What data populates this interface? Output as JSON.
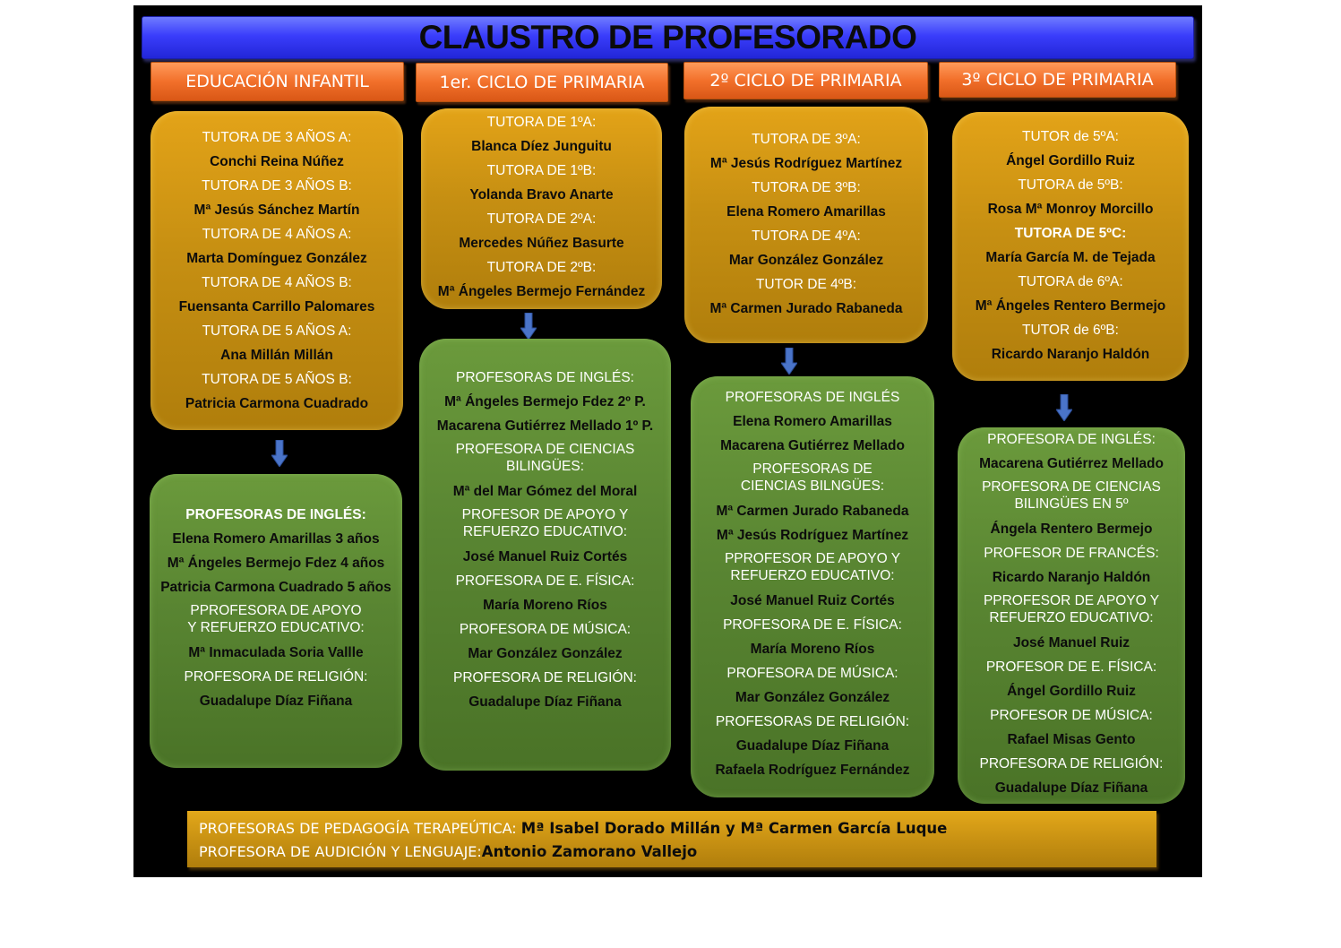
{
  "title": "CLAUSTRO DE PROFESORADO",
  "headers": [
    "EDUCACIÓN INFANTIL",
    "1er. CICLO DE PRIMARIA",
    "2º  CICLO DE PRIMARIA",
    "3º CICLO DE PRIMARIA"
  ],
  "tutors": [
    [
      "TUTORA DE 3 AÑOS A:",
      "Conchi Reina Núñez",
      "TUTORA DE 3 AÑOS B:",
      "Mª Jesús Sánchez Martín",
      "TUTORA DE 4 AÑOS A:",
      "Marta Domínguez González",
      "TUTORA DE 4 AÑOS B:",
      "Fuensanta Carrillo Palomares",
      "TUTORA DE 5 AÑOS A:",
      "Ana Millán Millán",
      "TUTORA DE 5 AÑOS B:",
      "Patricia Carmona Cuadrado"
    ],
    [
      "TUTORA DE 1ºA:",
      "Blanca Díez Junguitu",
      "TUTORA DE 1ºB:",
      "Yolanda Bravo Anarte",
      "TUTORA DE 2ºA:",
      "Mercedes Núñez Basurte",
      "TUTORA DE 2ºB:",
      "Mª Ángeles Bermejo Fernández"
    ],
    [
      "TUTORA DE 3ºA:",
      "Mª Jesús Rodríguez Martínez",
      "TUTORA DE 3ºB:",
      "Elena Romero Amarillas",
      "TUTORA DE 4ºA:",
      "Mar González González",
      "TUTOR DE 4ºB:",
      "Mª Carmen Jurado Rabaneda"
    ],
    [
      "TUTOR de 5ºA:",
      "Ángel Gordillo Ruiz",
      "TUTORA de 5ºB:",
      "Rosa Mª Monroy Morcillo",
      "TUTORA DE 5ºC:",
      "María García M. de Tejada",
      "TUTORA de 6ºA:",
      "Mª Ángeles Rentero Bermejo",
      "TUTOR de 6ºB:",
      "Ricardo Naranjo Haldón"
    ]
  ],
  "specialists": [
    [
      "PROFESORAS DE INGLÉS:",
      "Elena Romero Amarillas  3 años",
      "Mª Ángeles Bermejo Fdez 4 años",
      "Patricia Carmona Cuadrado 5 años",
      "PPROFESORA DE APOYO Y REFUERZO EDUCATIVO:",
      "Mª Inmaculada Soria Vallle",
      "PROFESORA DE RELIGIÓN:",
      "Guadalupe Díaz Fiñana"
    ],
    [
      "PROFESORAS DE INGLÉS:",
      "Mª Ángeles Bermejo Fdez 2º P.",
      "Macarena Gutiérrez Mellado 1º P.",
      "PROFESORA DE CIENCIAS BILINGÜES:",
      "Mª del Mar Gómez del Moral",
      "PROFESOR DE APOYO Y REFUERZO EDUCATIVO:",
      "José Manuel Ruiz Cortés",
      "PROFESORA DE E. FÍSICA:",
      "María Moreno Ríos",
      "PROFESORA DE MÚSICA:",
      "Mar González González",
      "PROFESORA DE RELIGIÓN:",
      "Guadalupe Díaz Fiñana"
    ],
    [
      "PROFESORAS DE INGLÉS",
      "Elena Romero Amarillas",
      "Macarena Gutiérrez Mellado",
      "PROFESORAS DE CIENCIAS BILNGÜES:",
      "Mª Carmen Jurado Rabaneda",
      "Mª Jesús Rodríguez Martínez",
      "PPROFESOR DE APOYO Y REFUERZO EDUCATIVO:",
      "José Manuel Ruiz Cortés",
      "PROFESORA DE E. FÍSICA:",
      "María Moreno Ríos",
      "PROFESORA DE MÚSICA:",
      "Mar González González",
      "PROFESORAS DE RELIGIÓN:",
      "Guadalupe Díaz Fiñana",
      "Rafaela Rodríguez Fernández"
    ],
    [
      "PROFESORA DE INGLÉS:",
      "Macarena Gutiérrez Mellado",
      "PROFESORA DE CIENCIAS BILINGÜES EN 5º",
      "Ángela Rentero Bermejo",
      "PROFESOR DE FRANCÉS:",
      "Ricardo Naranjo Haldón",
      "PPROFESOR  DE APOYO Y REFUERZO EDUCATIVO:",
      "José Manuel Ruiz",
      "PROFESOR DE E. FÍSICA:",
      "Ángel Gordillo Ruiz",
      "PROFESOR DE MÚSICA:",
      "Rafael Misas Gento",
      "PROFESORA DE RELIGIÓN:",
      "Guadalupe Díaz Fiñana"
    ]
  ],
  "footer": {
    "pt_label": "PROFESORAS DE PEDAGOGÍA TERAPEÚTICA:",
    "pt_names": "Mª Isabel Dorado Millán y Mª Carmen García Luque",
    "al_label": "PROFESORA DE AUDICIÓN Y LENGUAJE:",
    "al_name": "Antonio Zamorano Vallejo"
  }
}
